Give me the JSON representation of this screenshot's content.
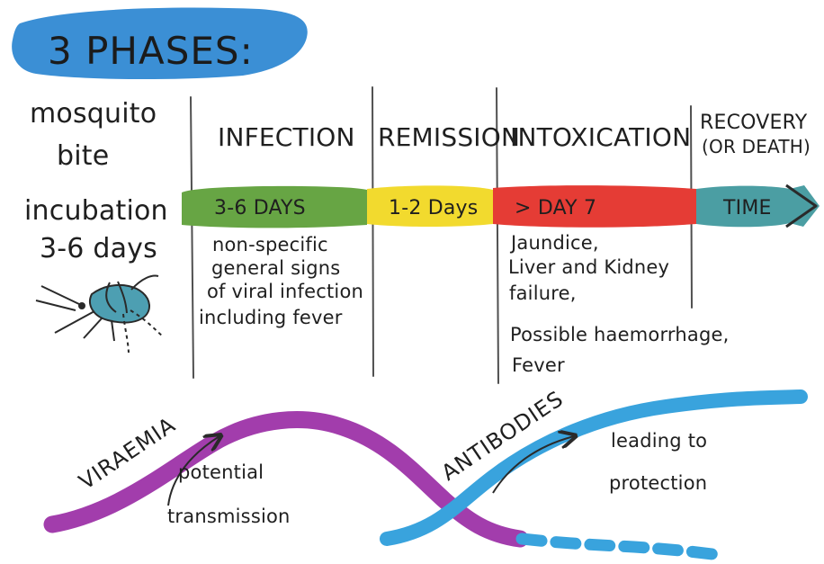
{
  "title": "3 PHASES:",
  "phases": [
    {
      "name": "INFECTION",
      "duration": "3-6 DAYS",
      "notes": [
        "non-specific",
        "general signs",
        "of viral infection",
        "including fever"
      ]
    },
    {
      "name": "REMISSION",
      "duration": "1-2 Days",
      "notes": []
    },
    {
      "name": "INTOXICATION",
      "duration": "> DAY 7",
      "notes": [
        "Jaundice,",
        "Liver and Kidney",
        "failure,",
        "Possible haemorrhage,",
        "Fever"
      ]
    },
    {
      "name_lines": [
        "RECOVERY",
        "(OR DEATH)"
      ],
      "duration": "TIME"
    }
  ],
  "left_panel": {
    "mosquito_label": [
      "mosquito",
      "bite"
    ],
    "incubation_label": "incubation",
    "incubation_days": "3-6 days"
  },
  "curves": {
    "viraemia": {
      "label": "VIRAEMIA",
      "annotation": [
        "potential",
        "transmission"
      ]
    },
    "antibodies": {
      "label": "ANTIBODIES",
      "annotation": [
        "leading to",
        "protection"
      ]
    }
  },
  "colors": {
    "title_blob": "#3b8fd5",
    "phase_infection": "#67a544",
    "phase_remission": "#f2da2e",
    "phase_intoxication": "#e53c35",
    "phase_time": "#4b9ea3",
    "viraemia_curve": "#a23dac",
    "antibodies_curve": "#39a3dd"
  },
  "icons": {
    "mosquito": "mosquito-icon",
    "time_arrow": "arrow-right-icon"
  }
}
